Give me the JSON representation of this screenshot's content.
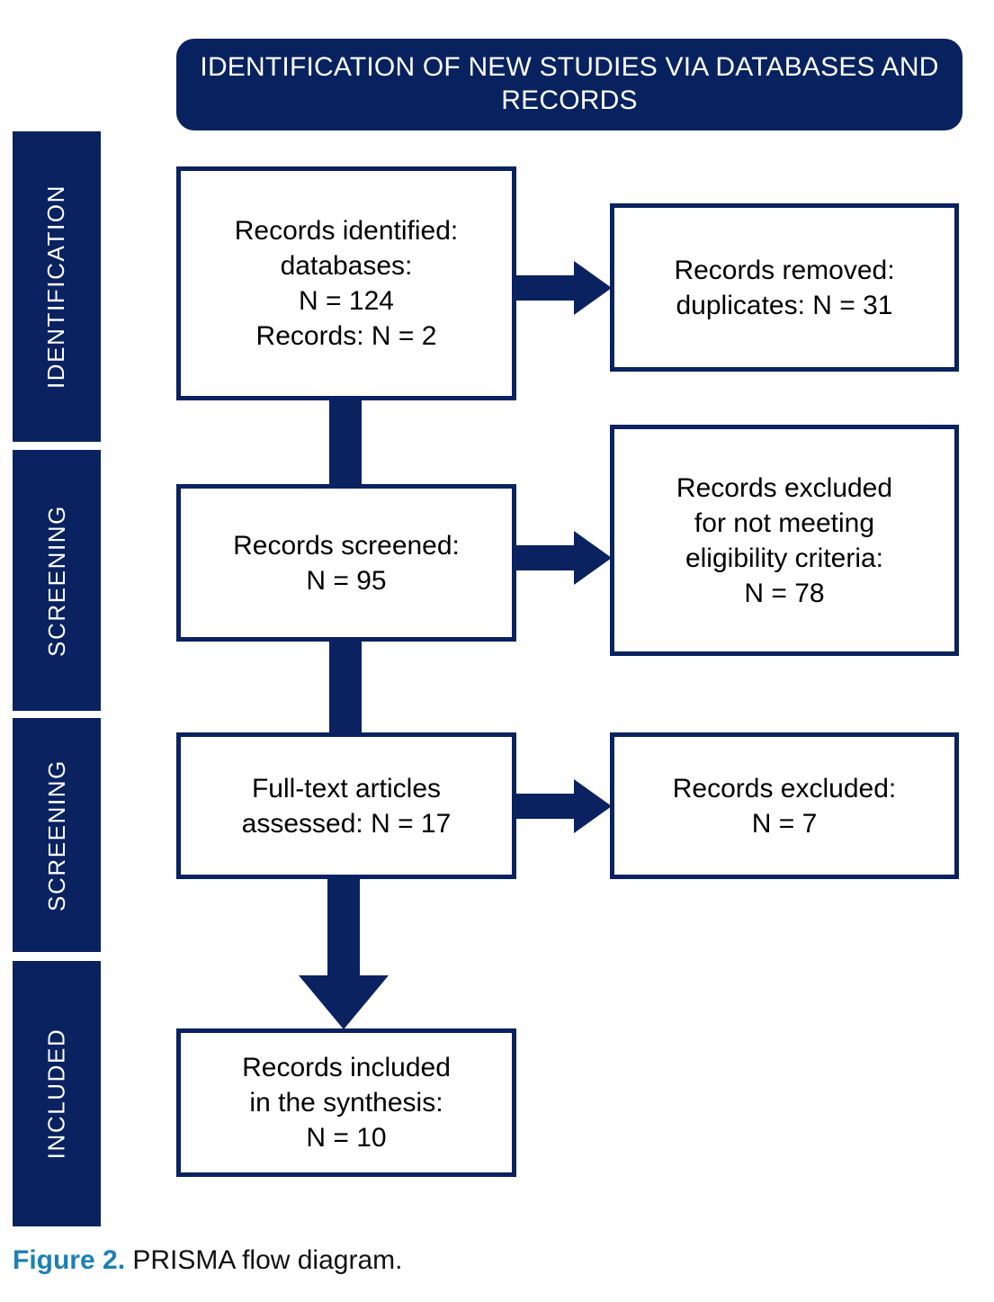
{
  "figure": {
    "header_title": "IDENTIFICATION OF NEW STUDIES VIA DATABASES AND RECORDS",
    "caption_label": "Figure 2.",
    "caption_text": " PRISMA flow diagram.",
    "accent_color": "#1D80B4",
    "navy_color": "#0A2260",
    "banner_color": "#08225F",
    "background_color": "#ffffff"
  },
  "phases": [
    {
      "id": "identification",
      "label": "IDENTIFICATION"
    },
    {
      "id": "screening-1",
      "label": "SCREENING"
    },
    {
      "id": "screening-2",
      "label": "SCREENING"
    },
    {
      "id": "included",
      "label": "INCLUDED"
    }
  ],
  "boxes": {
    "identified": {
      "text": "Records identified:\ndatabases:\nN = 124\nRecords: N = 2",
      "counts": {
        "databases": 124,
        "records": 2
      }
    },
    "duplicates": {
      "text": "Records removed:\nduplicates: N = 31",
      "counts": {
        "duplicates": 31
      }
    },
    "screened": {
      "text": "Records screened:\nN = 95",
      "counts": {
        "screened": 95
      }
    },
    "excluded_eligibility": {
      "text": "Records excluded\nfor not meeting\neligibility criteria:\nN = 78",
      "counts": {
        "excluded": 78
      }
    },
    "fulltext": {
      "text": "Full-text articles\nassessed: N = 17",
      "counts": {
        "assessed": 17
      }
    },
    "excluded": {
      "text": "Records excluded:\nN = 7",
      "counts": {
        "excluded": 7
      }
    },
    "included": {
      "text": "Records included\nin the synthesis:\nN = 10",
      "counts": {
        "included": 10
      }
    }
  },
  "connectors": [
    {
      "id": "identified-to-screened",
      "type": "vertical-bar"
    },
    {
      "id": "screened-to-fulltext",
      "type": "vertical-bar"
    },
    {
      "id": "identified-to-duplicates",
      "type": "right-block-arrow"
    },
    {
      "id": "screened-to-excluded-eligibility",
      "type": "right-block-arrow"
    },
    {
      "id": "fulltext-to-excluded",
      "type": "right-block-arrow"
    },
    {
      "id": "fulltext-to-included",
      "type": "down-block-arrow"
    }
  ]
}
